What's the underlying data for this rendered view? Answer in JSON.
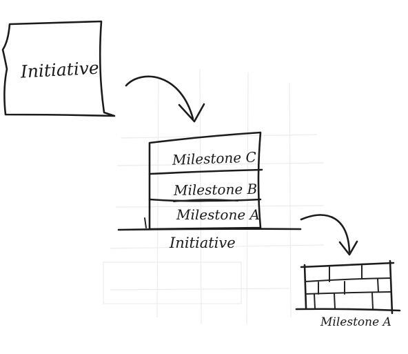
{
  "sketch": {
    "top_box_label": "Initiative",
    "stack_layers": [
      {
        "label": "Milestone C"
      },
      {
        "label": "Milestone B"
      },
      {
        "label": "Milestone A"
      }
    ],
    "stack_base_label": "Initiative",
    "bricks_label": "Milestone A"
  }
}
